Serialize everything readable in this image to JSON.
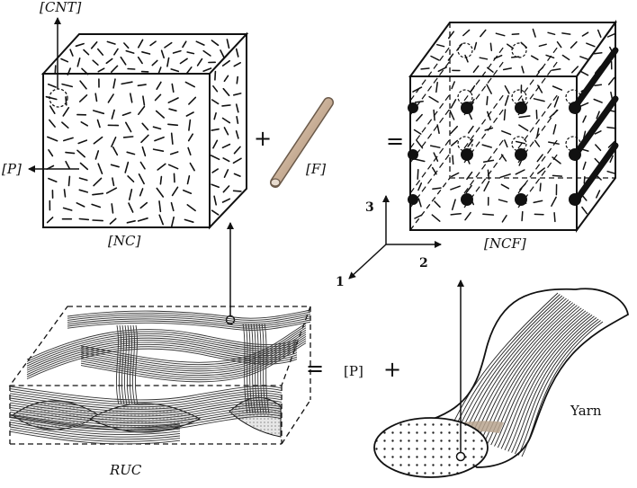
{
  "labels": {
    "cnt": "[CNT]",
    "p_left": "[P]",
    "nc": "[NC]",
    "f": "[F]",
    "ncf": "[NCF]",
    "ruc": "RUC",
    "p_right": "[P]",
    "yarn": "Yarn"
  },
  "operators": {
    "plus_top": "+",
    "equals_top": "=",
    "equals_bottom": "=",
    "plus_bottom": "+"
  },
  "axes": {
    "axis_1": "1",
    "axis_2": "2",
    "axis_3": "3"
  }
}
